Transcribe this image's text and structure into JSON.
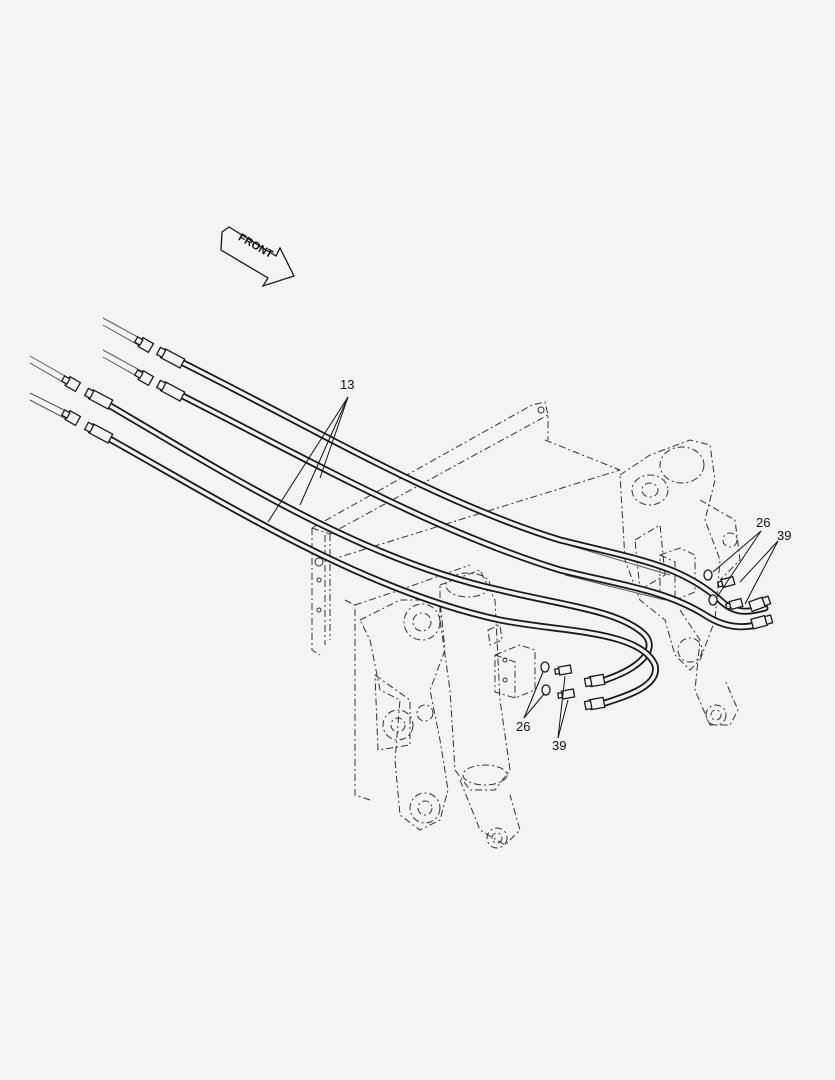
{
  "direction_label": "FRONT",
  "callouts": {
    "hose": "13",
    "oring_right": "26",
    "fitting_right": "39",
    "oring_left": "26",
    "fitting_left": "39"
  },
  "colors": {
    "background": "#f4f4f4",
    "line": "#1a1a1a"
  }
}
